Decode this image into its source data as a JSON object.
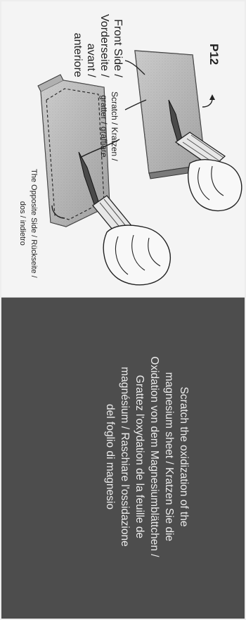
{
  "illustration": {
    "label_p12": "P12",
    "label_front": [
      "Front Side /",
      "Vorderseite /",
      "avant /",
      "anteriore"
    ],
    "label_scratch": [
      "Scratch / Kratzen /",
      "gratter / graffiare"
    ],
    "label_opposite": [
      "The Opposite Side / Rückseite /",
      "dos / indietro"
    ]
  },
  "instructions": {
    "lines": [
      "Scratch the oxidization of the",
      "magnesium sheet / Kratzen Sie die",
      "Oxidation von dem Magnesiumblättchen /",
      "Grattez l'oxydation de la feuille de",
      "magnésium / Raschiare l'ossidazione",
      "del foglio di magnesio"
    ]
  },
  "colors": {
    "panel_dark": "#4d4d4d",
    "panel_light": "#f4f4f4",
    "text_light": "#ececec",
    "ink": "#222222"
  }
}
